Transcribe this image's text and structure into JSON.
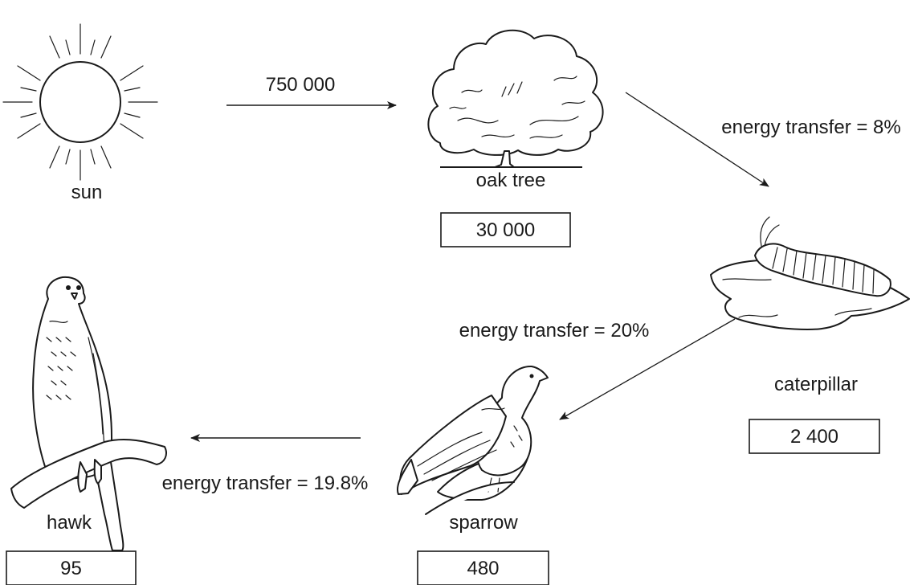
{
  "organisms": {
    "sun": {
      "label": "sun",
      "icon": "sun-icon"
    },
    "oak_tree": {
      "label": "oak tree",
      "value": "30 000",
      "icon": "oak-tree-icon"
    },
    "caterpillar": {
      "label": "caterpillar",
      "value": "2 400",
      "icon": "caterpillar-icon"
    },
    "sparrow": {
      "label": "sparrow",
      "value": "480",
      "icon": "sparrow-icon"
    },
    "hawk": {
      "label": "hawk",
      "value": "95",
      "icon": "hawk-icon"
    }
  },
  "transfers": {
    "sun_to_oak": "750 000",
    "oak_to_caterpillar": "energy transfer = 8%",
    "caterpillar_to_sparrow": "energy transfer = 20%",
    "sparrow_to_hawk": "energy transfer = 19.8%"
  }
}
